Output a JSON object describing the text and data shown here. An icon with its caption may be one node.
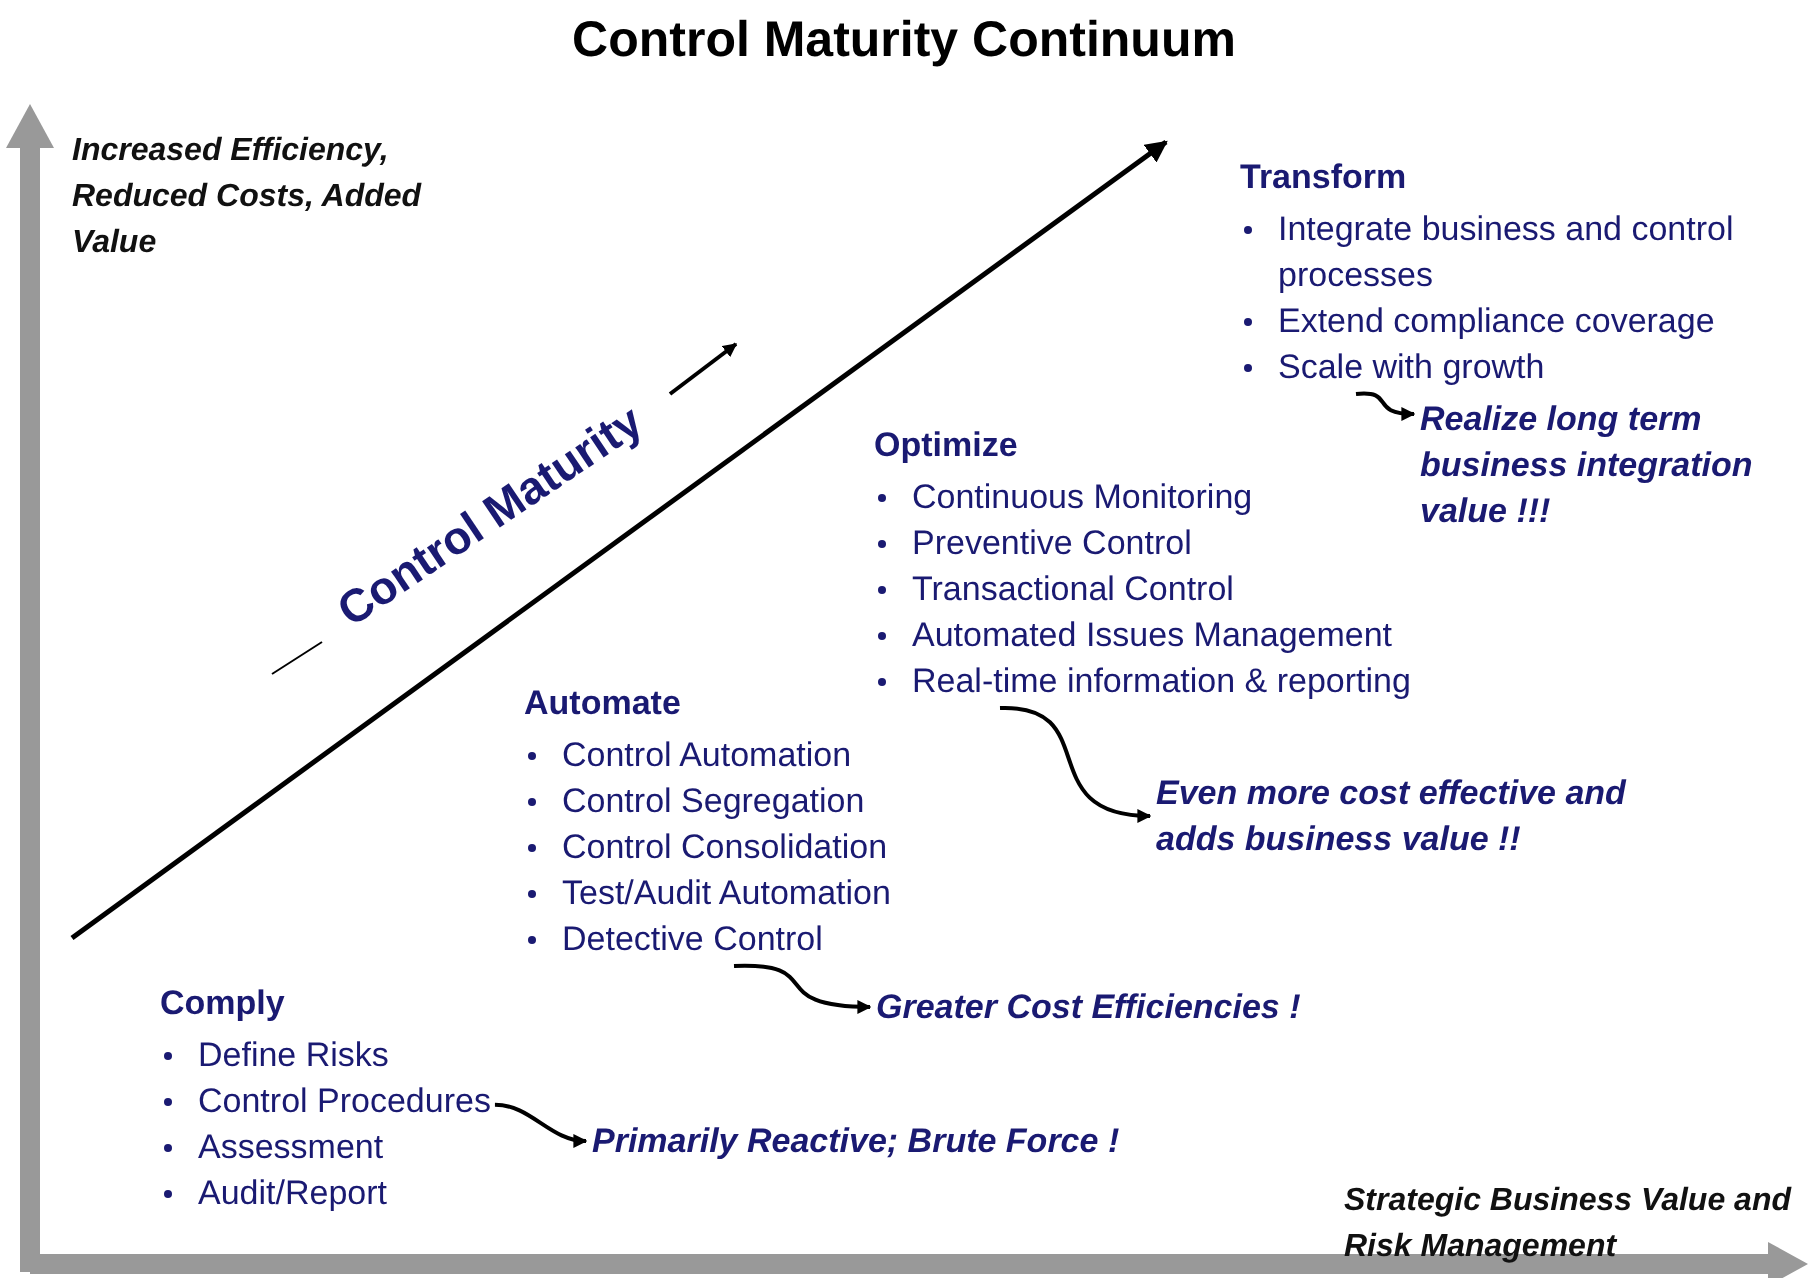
{
  "diagram": {
    "title": "Control Maturity Continuum",
    "nodes": [
      {
        "text": [
          "Comply",
          "Define Risks",
          "Control Procedures",
          "Assessment",
          "Audit/Report"
        ]
      },
      {
        "text": [
          "Primarily Reactive; Brute Force !"
        ]
      },
      {
        "text": [
          "Automate",
          "Control Automation",
          "Control Segregation",
          "Control Consolidation",
          "Test/Audit Automation",
          "Detective Control"
        ]
      },
      {
        "text": [
          "Greater Cost Efficiencies !"
        ]
      },
      {
        "text": [
          "Optimize",
          "Continuous Monitoring",
          "Preventive Control",
          "Transactional Control",
          "Automated Issues Management",
          "Real-time information & reporting"
        ]
      },
      {
        "text": [
          "Even more cost effective and adds business value !!"
        ]
      },
      {
        "text": [
          "Transform",
          "Integrate business and control processes",
          "Extend compliance coverage",
          "Scale with growth"
        ]
      },
      {
        "text": [
          "Realize long term business integration value !!!"
        ]
      }
    ],
    "edges": [
      {
        "from": 0,
        "to": 1,
        "arrow": "to"
      },
      {
        "from": 2,
        "to": 3,
        "arrow": "to"
      },
      {
        "from": 4,
        "to": 5,
        "arrow": "to"
      },
      {
        "from": 6,
        "to": 7,
        "arrow": "to"
      }
    ],
    "labels": [
      "Increased Efficiency, Reduced Costs, Added Value",
      "Control Maturity",
      "Strategic Business Value and Risk Management"
    ]
  }
}
